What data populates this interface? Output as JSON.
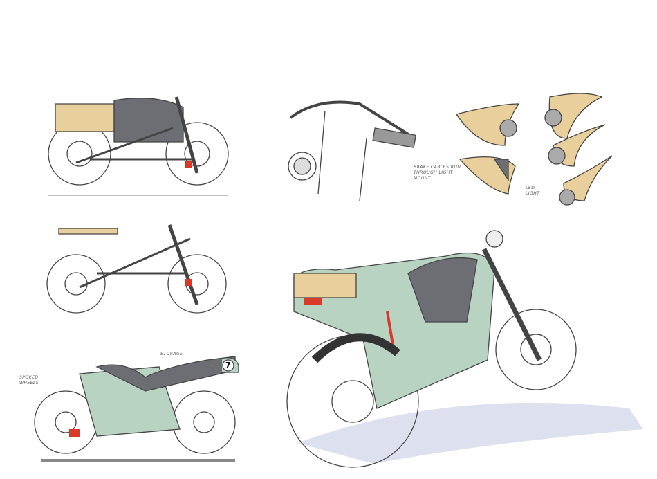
{
  "sheet": {
    "annotations": {
      "brake_cables": "BRAKE CABLES RUN THROUGH LIGHT MOUNT",
      "led_light": "LED LIGHT",
      "storage": "STORAGE",
      "spoked_wheels": "SPOKED WHEELS",
      "number_plate": "7"
    },
    "colors": {
      "wood": "#e9cf9c",
      "mint": "#b9d3c3",
      "grey": "#6c6e74",
      "red": "#d83a2a",
      "line": "#444"
    }
  }
}
